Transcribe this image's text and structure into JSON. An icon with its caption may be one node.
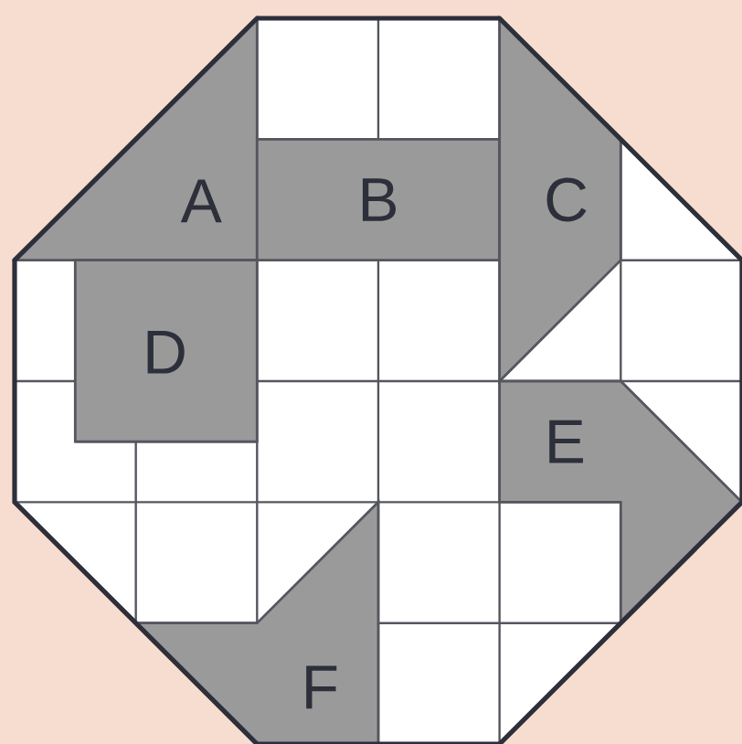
{
  "diagram": {
    "nodes": [
      {
        "text": [
          "A"
        ]
      },
      {
        "text": [
          "B"
        ]
      },
      {
        "text": [
          "C"
        ]
      },
      {
        "text": [
          "D"
        ]
      },
      {
        "text": [
          "E"
        ]
      },
      {
        "text": [
          "F"
        ]
      }
    ]
  }
}
